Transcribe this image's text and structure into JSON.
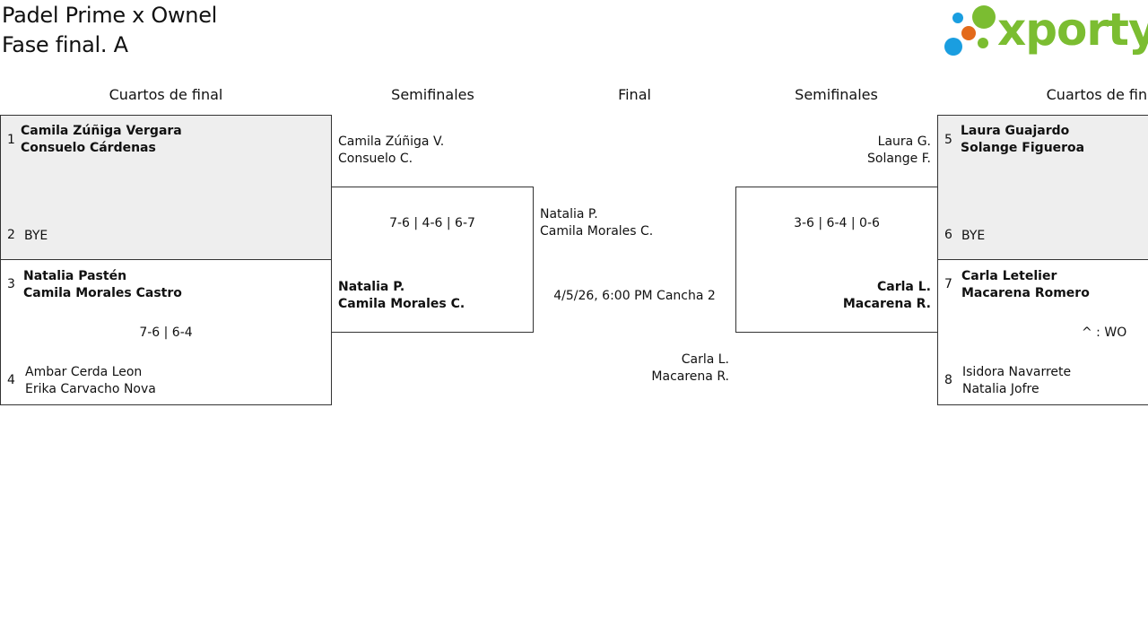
{
  "title": {
    "line1": "Padel Prime x Ownel",
    "line2": "Fase final. A"
  },
  "brand": {
    "name": "xporty",
    "colors": {
      "green": "#7bbd31",
      "blue": "#1a9ee0",
      "orange": "#e36a1a"
    }
  },
  "columns": {
    "qf_left": "Cuartos de final",
    "sf_left": "Semifinales",
    "final": "Final",
    "sf_right": "Semifinales",
    "qf_right": "Cuartos de final"
  },
  "left": {
    "m1": {
      "seed_a": "1",
      "a1": "Camila Zúñiga Vergara",
      "a2": "Consuelo Cárdenas",
      "seed_b": "2",
      "b1": "BYE"
    },
    "m2": {
      "seed_a": "3",
      "a1": "Natalia Pastén",
      "a2": "Camila Morales Castro",
      "score": "7-6 | 6-4",
      "seed_b": "4",
      "b1": "Ambar Cerda Leon",
      "b2": "Erika Carvacho Nova"
    },
    "semi": {
      "top1": "Camila Zúñiga V.",
      "top2": "Consuelo C.",
      "score": "7-6 | 4-6 | 6-7",
      "bot1": "Natalia P.",
      "bot2": "Camila Morales C."
    }
  },
  "final": {
    "top1": "Natalia P.",
    "top2": "Camila Morales C.",
    "info": "4/5/26, 6:00 PM Cancha 2",
    "bot1": "Carla L.",
    "bot2": "Macarena R."
  },
  "right": {
    "semi": {
      "top1": "Laura G.",
      "top2": "Solange F.",
      "score": "3-6 | 6-4 | 0-6",
      "bot1": "Carla L.",
      "bot2": "Macarena R."
    },
    "m1": {
      "seed_a": "5",
      "a1": "Laura Guajardo",
      "a2": "Solange Figueroa",
      "seed_b": "6",
      "b1": "BYE"
    },
    "m2": {
      "seed_a": "7",
      "a1": "Carla Letelier",
      "a2": "Macarena Romero",
      "score": "^ : WO",
      "seed_b": "8",
      "b1": "Isidora Navarrete",
      "b2": "Natalia Jofre"
    }
  }
}
